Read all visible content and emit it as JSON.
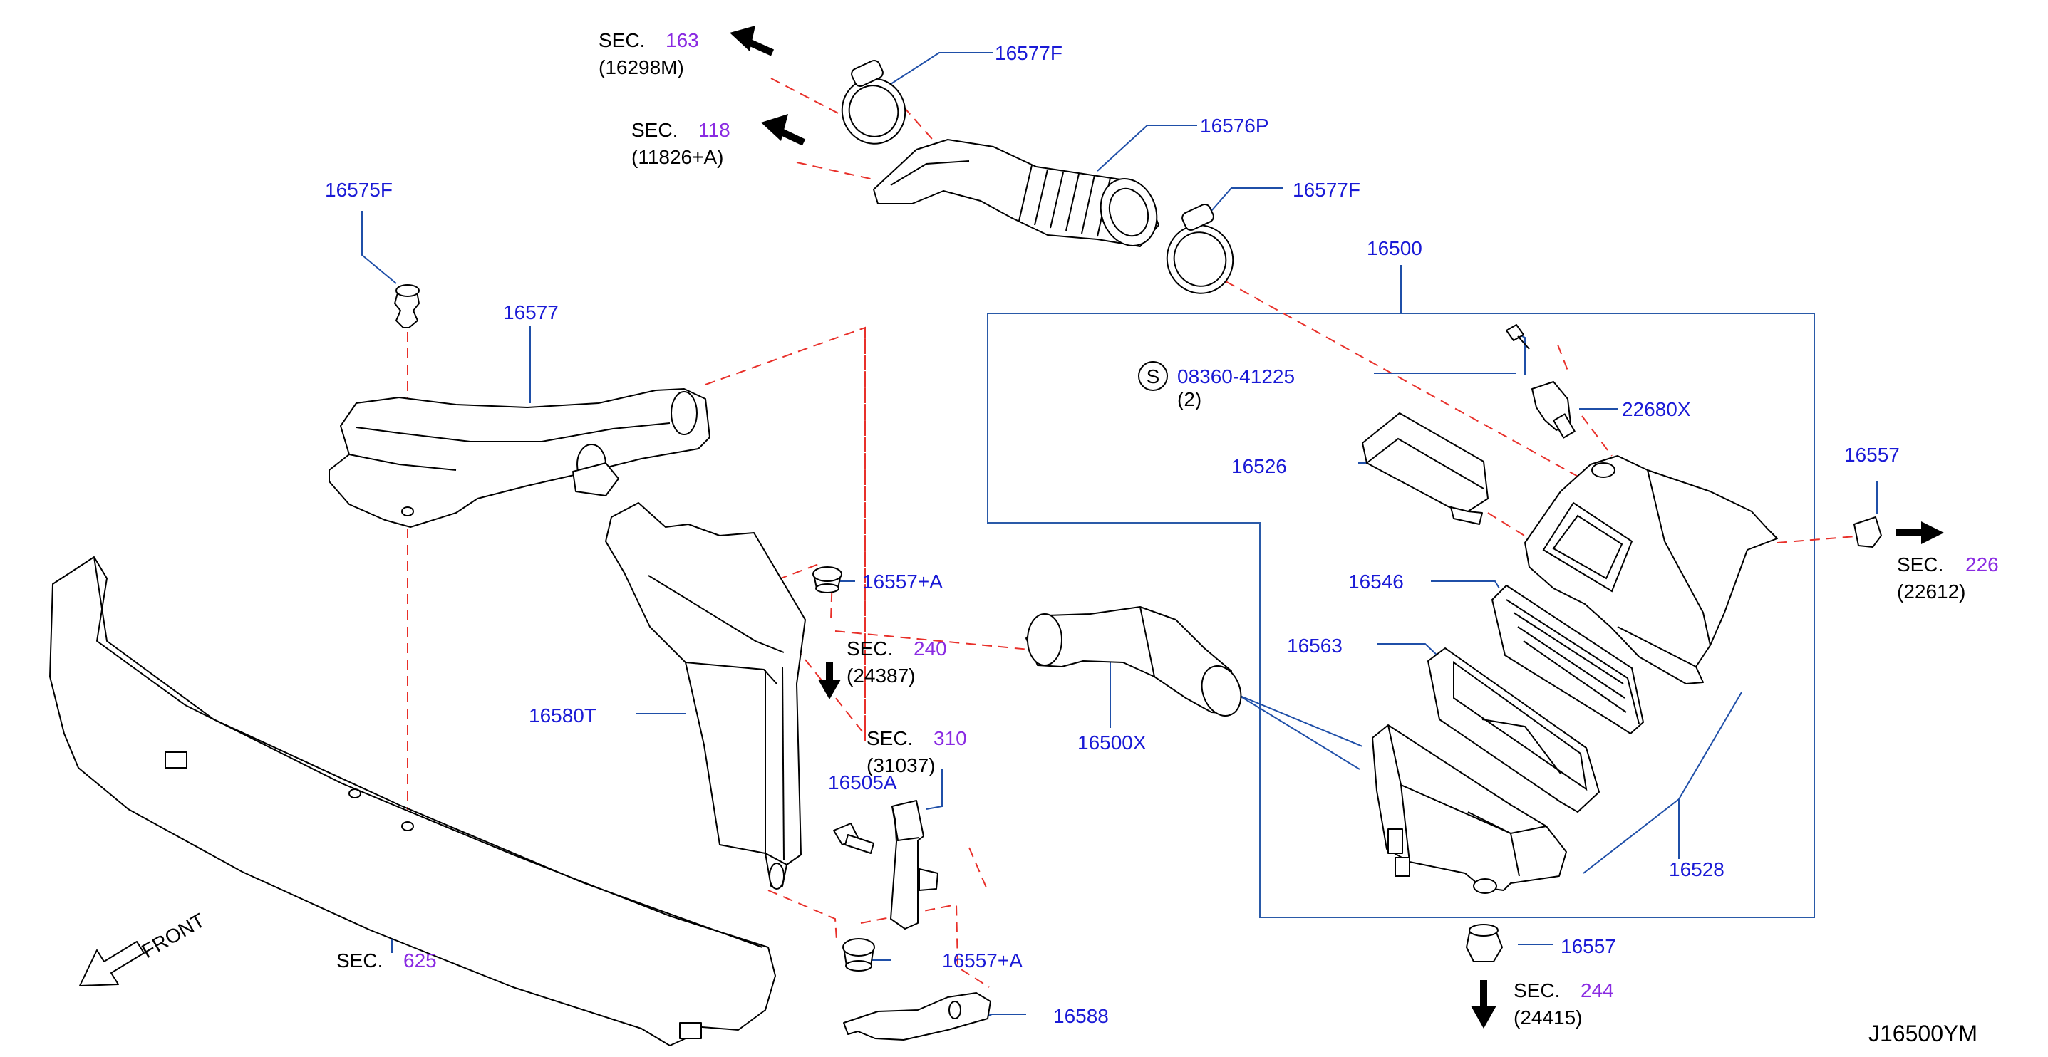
{
  "diagram_id": "J16500YM",
  "front_label": "FRONT",
  "screw_callout": {
    "symbol": "S",
    "part": "08360-41225",
    "qty": "(2)"
  },
  "labels": {
    "p16577F_top": "16577F",
    "p16576P": "16576P",
    "p16577F_right": "16577F",
    "p16575F": "16575F",
    "p16577": "16577",
    "p16500": "16500",
    "p22680X": "22680X",
    "p16526": "16526",
    "p16557_right": "16557",
    "p16557A_top": "16557+A",
    "p16546": "16546",
    "p16563": "16563",
    "p16580T": "16580T",
    "p16500X": "16500X",
    "p16505A": "16505A",
    "p16528": "16528",
    "p16557A_bottom": "16557+A",
    "p16557_bottom": "16557",
    "p16588": "16588"
  },
  "section_refs": [
    {
      "id": "sec163",
      "prefix": "SEC.",
      "number": "163",
      "sub": "(16298M)"
    },
    {
      "id": "sec118",
      "prefix": "SEC.",
      "number": "118",
      "sub": "(11826+A)"
    },
    {
      "id": "sec240",
      "prefix": "SEC.",
      "number": "240",
      "sub": "(24387)"
    },
    {
      "id": "sec310",
      "prefix": "SEC.",
      "number": "310",
      "sub": "(31037)"
    },
    {
      "id": "sec226",
      "prefix": "SEC.",
      "number": "226",
      "sub": "(22612)"
    },
    {
      "id": "sec244",
      "prefix": "SEC.",
      "number": "244",
      "sub": "(24415)"
    },
    {
      "id": "sec625",
      "prefix": "SEC.",
      "number": "625",
      "sub": ""
    }
  ],
  "colors": {
    "part_number": "#1a1ad6",
    "section_number": "#8a2be2",
    "leader_line": "#1f4fa8",
    "dashed_line": "#e8302a",
    "assembly_frame": "#2a5aa8"
  }
}
